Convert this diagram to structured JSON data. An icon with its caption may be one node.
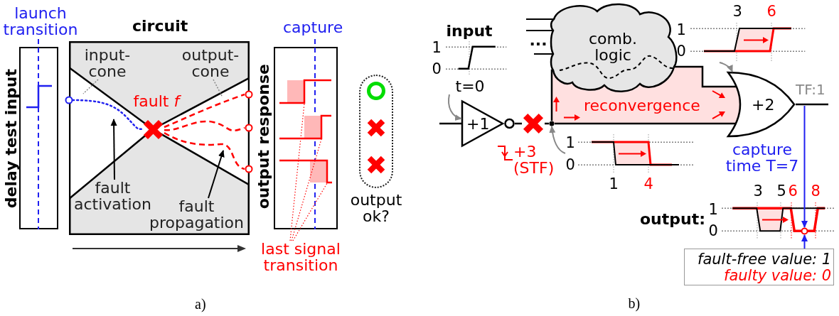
{
  "diagram": {
    "nodes": [
      {
        "text": [
          "delay test input"
        ]
      },
      {
        "text": [
          "circuit"
        ]
      },
      {
        "text": [
          "input-cone"
        ],
        "in": 1
      },
      {
        "text": [
          "output-cone"
        ],
        "in": 1
      },
      {
        "text": [],
        "shape": "circle"
      },
      {
        "text": [],
        "shape": "cross",
        "beside": [
          "fault *f*"
        ],
        "in": 1
      },
      {
        "text": [],
        "shape": "circle"
      },
      {
        "text": [],
        "shape": "circle"
      },
      {
        "text": [],
        "shape": "circle"
      },
      {
        "text": [
          "fault activation"
        ],
        "in": 1
      },
      {
        "text": [
          "fault propagation"
        ],
        "in": 1
      },
      {
        "text": [
          "output response"
        ]
      },
      {
        "text": [],
        "shape": "waveform",
        "in": 11
      },
      {
        "text": [],
        "shape": "waveform",
        "in": 11
      },
      {
        "text": [],
        "shape": "waveform",
        "in": 11
      },
      {
        "text": [
          "last signal transition"
        ]
      },
      {
        "text": [
          "output ok?"
        ]
      },
      {
        "text": [
          "input",
          "1",
          "0",
          "t=0"
        ]
      },
      {
        "text": [
          "+1"
        ]
      },
      {
        "text": [],
        "shape": "cross",
        "beside": [
          "+3 (STF)"
        ]
      },
      {
        "text": [],
        "shape": "dot"
      },
      {
        "text": [
          "1",
          "0",
          "1",
          "4"
        ]
      },
      {
        "text": [
          "comb. logic"
        ]
      },
      {
        "text": [
          "reconvergence"
        ]
      },
      {
        "text": [
          "3",
          "6",
          "1",
          "0"
        ]
      },
      {
        "text": [
          "+2"
        ],
        "beside": [
          "TF:1"
        ]
      },
      {
        "text": [
          "output:",
          "1",
          "0",
          "3",
          "5",
          "6",
          "8"
        ]
      },
      {
        "text": [],
        "shape": "circle",
        "in": 26
      },
      {
        "text": [
          "fault-free value: 1",
          "faulty value: 0"
        ]
      }
    ],
    "edges": [
      {
        "from": 4,
        "to": 5,
        "arrow": "none",
        "style": "dashed",
        "color": "#2020f0"
      },
      {
        "from": 5,
        "to": 6,
        "arrow": "none",
        "style": "dashed",
        "color": "#ff0000"
      },
      {
        "from": 5,
        "to": 7,
        "arrow": "none",
        "style": "dashed",
        "color": "#ff0000"
      },
      {
        "from": 5,
        "to": 8,
        "arrow": "none",
        "style": "dashed",
        "color": "#ff0000"
      },
      {
        "from": 2,
        "to": null,
        "arrow": "none",
        "style": "dashed",
        "color": "#888888"
      },
      {
        "from": 3,
        "to": null,
        "arrow": "none",
        "style": "dashed",
        "color": "#888888"
      },
      {
        "from": 9,
        "to": null,
        "arrow": "to"
      },
      {
        "from": 10,
        "to": null,
        "arrow": "to"
      },
      {
        "from": 15,
        "to": 12,
        "arrow": "none",
        "style": "dashed",
        "color": "#ff0000"
      },
      {
        "from": 15,
        "to": 13,
        "arrow": "none",
        "style": "dashed",
        "color": "#ff0000"
      },
      {
        "from": 15,
        "to": 14,
        "arrow": "none",
        "style": "dashed",
        "color": "#ff0000"
      },
      {
        "from": null,
        "to": 18,
        "arrow": "none"
      },
      {
        "from": 17,
        "to": 18,
        "arrow": "to",
        "color": "#888888"
      },
      {
        "from": 18,
        "to": 19,
        "arrow": "none"
      },
      {
        "from": 19,
        "to": 20,
        "arrow": "none"
      },
      {
        "from": 21,
        "to": 20,
        "arrow": "to",
        "color": "#888888"
      },
      {
        "from": null,
        "to": 22,
        "arrow": "none"
      },
      {
        "from": null,
        "to": 22,
        "arrow": "none"
      },
      {
        "from": null,
        "to": 22,
        "arrow": "none"
      },
      {
        "from": 20,
        "to": 22,
        "arrow": "none"
      },
      {
        "from": 20,
        "to": 25,
        "arrow": "none"
      },
      {
        "from": 22,
        "to": 25,
        "arrow": "none"
      },
      {
        "from": 24,
        "to": 25,
        "arrow": "to",
        "color": "#888888"
      },
      {
        "from": 25,
        "to": null,
        "arrow": "none"
      },
      {
        "from": null,
        "to": 27,
        "arrow": "to",
        "label": "capture time T=7",
        "color": "#2020f0"
      },
      {
        "from": 28,
        "to": 27,
        "arrow": "to",
        "color": "#2020f0"
      }
    ],
    "labels": [
      "launch transition",
      "capture",
      "...",
      "a)",
      "b)"
    ]
  }
}
